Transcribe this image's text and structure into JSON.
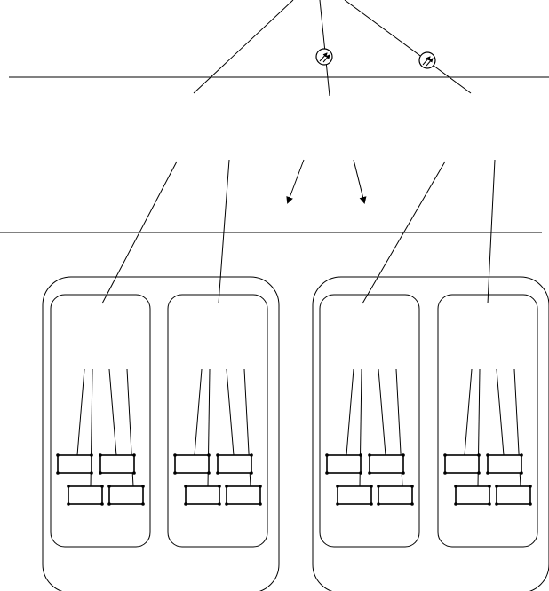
{
  "diagram": {
    "text_labels": [],
    "colors": {
      "stroke": "#000000",
      "background": "#ffffff"
    },
    "elements": {
      "light_emitter": {
        "icon": "light-emitting-diode-symbol",
        "count": 2
      },
      "incoming_arrows": {
        "icon": "down-arrow",
        "count": 2
      },
      "outer_modules": {
        "count": 2,
        "inner_cells_each": 2
      },
      "rectangles_per_cell": 4
    }
  }
}
